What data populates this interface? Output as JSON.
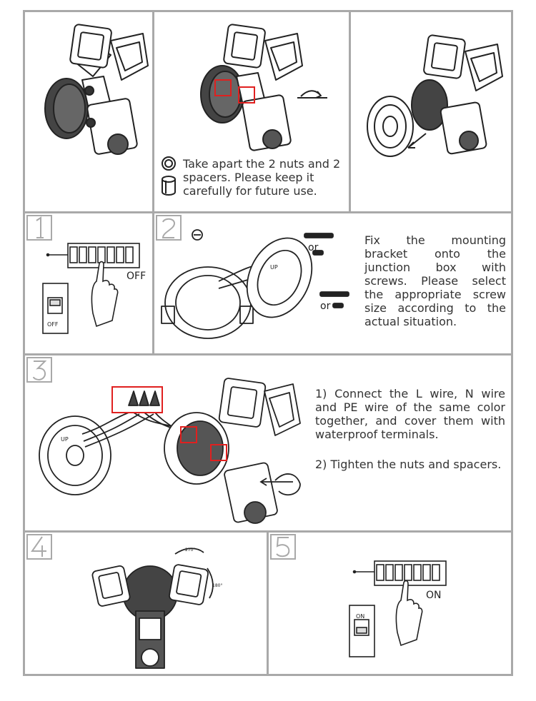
{
  "step0": {
    "instruction": "Take apart the 2 nuts and 2 spacers. Please keep it carefully for future use."
  },
  "step1": {
    "number": "1",
    "switch_state_label": "OFF",
    "breaker_label": "OFF"
  },
  "step2": {
    "number": "2",
    "or_label_1": "or",
    "or_label_2": "or",
    "bracket_text": "UP",
    "instruction": "Fix the mounting bracket onto the junction box with screws. Please select the appropriate screw size according to the actual situation."
  },
  "step3": {
    "number": "3",
    "bracket_text": "UP",
    "instruction_1": "1) Connect the L wire, N wire and PE wire of the same color together, and cover them with waterproof terminals.",
    "instruction_2": "2) Tighten the nuts and spacers."
  },
  "step4": {
    "number": "4",
    "rotation_label_1": "270°",
    "rotation_label_2": "180°"
  },
  "step5": {
    "number": "5",
    "switch_state_label": "ON",
    "breaker_label": "ON"
  },
  "colors": {
    "border": "#a9a9a9",
    "highlight": "#e0201f",
    "line": "#222222"
  }
}
